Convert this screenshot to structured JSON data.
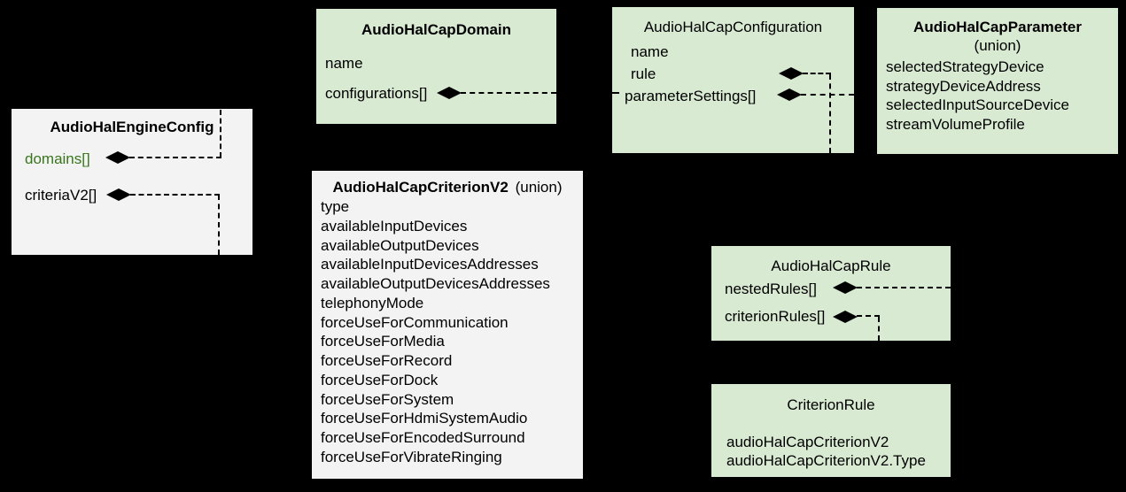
{
  "diagram": {
    "background": "#000000",
    "colors": {
      "background": "#000000",
      "box_green": "#d9ead3",
      "box_gray": "#f3f3f3",
      "text": "#000000",
      "accent_green_text": "#38761d"
    },
    "icons": {
      "composition": "filled-diamond"
    },
    "boxes": {
      "engine": {
        "title": "AudioHalEngineConfig",
        "fields": [
          "domains[]",
          "criteriaV2[]"
        ]
      },
      "domain": {
        "title": "AudioHalCapDomain",
        "fields": [
          "name",
          "configurations[]"
        ]
      },
      "configuration": {
        "title": "AudioHalCapConfiguration",
        "fields": [
          "name",
          "rule",
          "parameterSettings[]"
        ]
      },
      "parameter": {
        "title": "AudioHalCapParameter",
        "subtitle": "(union)",
        "fields": [
          "selectedStrategyDevice",
          "strategyDeviceAddress",
          "selectedInputSourceDevice",
          "streamVolumeProfile"
        ]
      },
      "criterionV2": {
        "title": "AudioHalCapCriterionV2",
        "subtitle": "(union)",
        "fields": [
          "type",
          "availableInputDevices",
          "availableOutputDevices",
          "availableInputDevicesAddresses",
          "availableOutputDevicesAddresses",
          "telephonyMode",
          "forceUseForCommunication",
          "forceUseForMedia",
          "forceUseForRecord",
          "forceUseForDock",
          "forceUseForSystem",
          "forceUseForHdmiSystemAudio",
          "forceUseForEncodedSurround",
          "forceUseForVibrateRinging"
        ]
      },
      "rule": {
        "title": "AudioHalCapRule",
        "fields": [
          "nestedRules[]",
          "criterionRules[]"
        ]
      },
      "criterionRule": {
        "title": "CriterionRule",
        "fields": [
          "audioHalCapCriterionV2",
          "audioHalCapCriterionV2.Type"
        ]
      }
    }
  }
}
